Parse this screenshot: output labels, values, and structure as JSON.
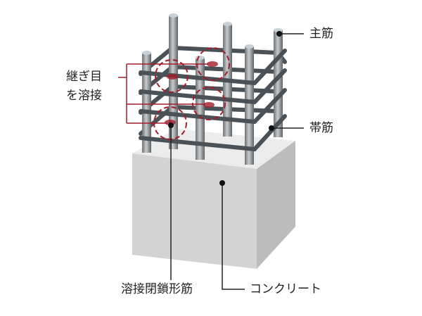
{
  "labels": {
    "joint_line1": "継ぎ目",
    "joint_line2": "を溶接",
    "main_rebar": "主筋",
    "hoop": "帯筋",
    "welded_closed_hoop": "溶接閉鎖形筋",
    "concrete": "コンクリート"
  },
  "colors": {
    "highlight": "#a51c2a",
    "rebar": "#4a5157",
    "concrete": "#d0d0d0"
  }
}
